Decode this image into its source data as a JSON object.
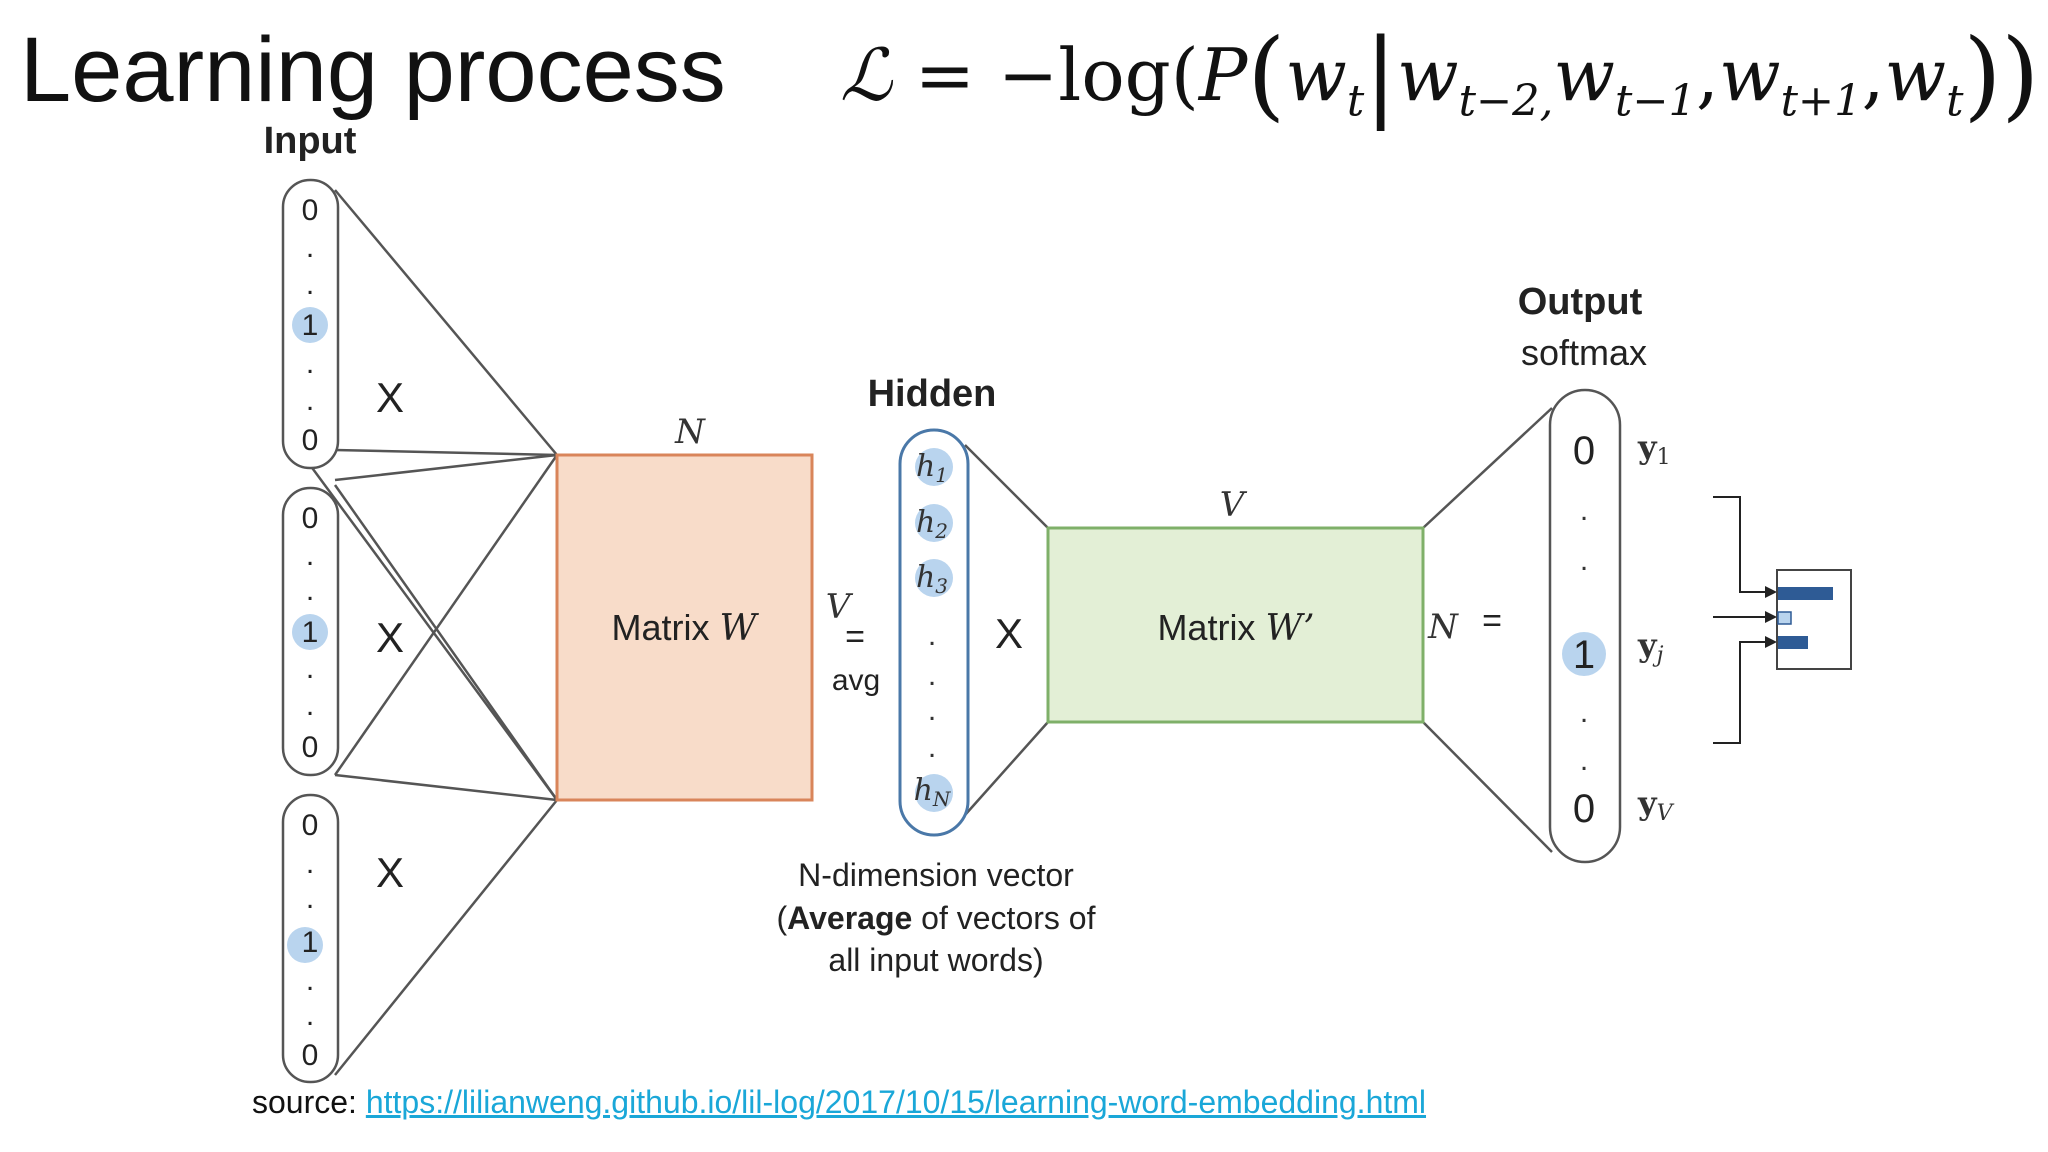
{
  "slide": {
    "title": "Learning process",
    "formula": {
      "script_l": "ℒ",
      "eq": " = ",
      "minus_log": "−log(",
      "p": "P",
      "open": "(",
      "wt": "w",
      "sub_t": "t",
      "bar": "|",
      "w1": "w",
      "sub_1": "t−2,",
      "w2": "w",
      "sub_2": "t−1",
      "comma": ",",
      "w3": "w",
      "sub_3": "t+1",
      "w4": "w",
      "sub_4": "t",
      "close": "))"
    }
  },
  "diagram": {
    "input_label": "Input",
    "input_vectors": [
      {
        "top": "0",
        "mid": "1",
        "bottom": "0",
        "dot": "."
      },
      {
        "top": "0",
        "mid": "1",
        "bottom": "0",
        "dot": "."
      },
      {
        "top": "0",
        "mid": "1",
        "bottom": "0",
        "dot": "."
      }
    ],
    "times": "X",
    "matrix_w": {
      "label": "Matrix ",
      "symbol": "W",
      "top_dim": "N",
      "side_dim": "V",
      "color": "#f8dcc9",
      "border": "#d9855a"
    },
    "equals": "=",
    "avg": "avg",
    "hidden_label": "Hidden",
    "hidden_items": [
      {
        "h": "h",
        "sub": "1"
      },
      {
        "h": "h",
        "sub": "2"
      },
      {
        "h": "h",
        "sub": "3"
      },
      {
        "h": "h",
        "sub": "N"
      }
    ],
    "hidden_caption": {
      "line1": "N-dimension vector",
      "line2_open": "(",
      "line2_bold": "Average",
      "line2_rest": " of vectors of",
      "line3": "all input words)"
    },
    "matrix_w2": {
      "label": "Matrix ",
      "symbol": "W’",
      "top_dim": "V",
      "side_dim": "N",
      "color": "#e3efd6",
      "border": "#7fb069"
    },
    "output_label": "Output",
    "output_sub": "softmax",
    "output_values": {
      "top": "0",
      "mid": "1",
      "bottom": "0"
    },
    "output_y": [
      {
        "y": "y",
        "sub": "1"
      },
      {
        "y": "y",
        "sub": "j"
      },
      {
        "y": "y",
        "sub": "V"
      }
    ],
    "highlight_color": "#b9d4ee",
    "bar_color": "#2e5b95"
  },
  "source": {
    "label": "source: ",
    "url": "https://lilianweng.github.io/lil-log/2017/10/15/learning-word-embedding.html"
  }
}
